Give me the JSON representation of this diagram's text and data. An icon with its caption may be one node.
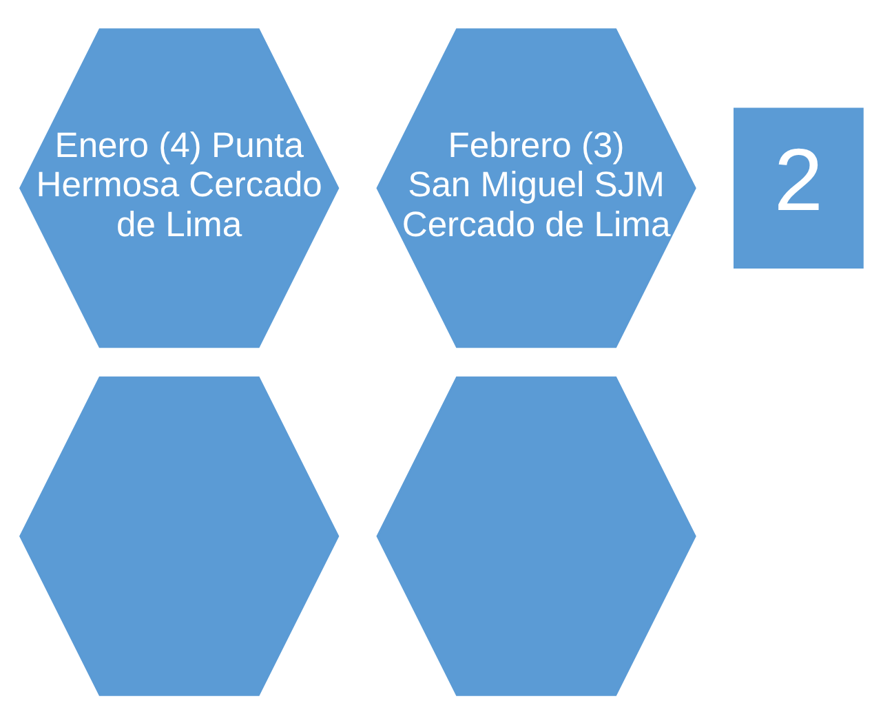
{
  "diagram": {
    "nodes": [
      {
        "text": [
          "Enero (4) Punta Hermosa Cercado de Lima"
        ]
      },
      {
        "text": [
          "Febrero (3)",
          "San Miguel SJM",
          "Cercado de Lima"
        ]
      },
      {
        "text": [],
        "shape": "hexagon"
      },
      {
        "text": [],
        "shape": "hexagon"
      },
      {
        "text": [
          "2"
        ]
      }
    ]
  }
}
